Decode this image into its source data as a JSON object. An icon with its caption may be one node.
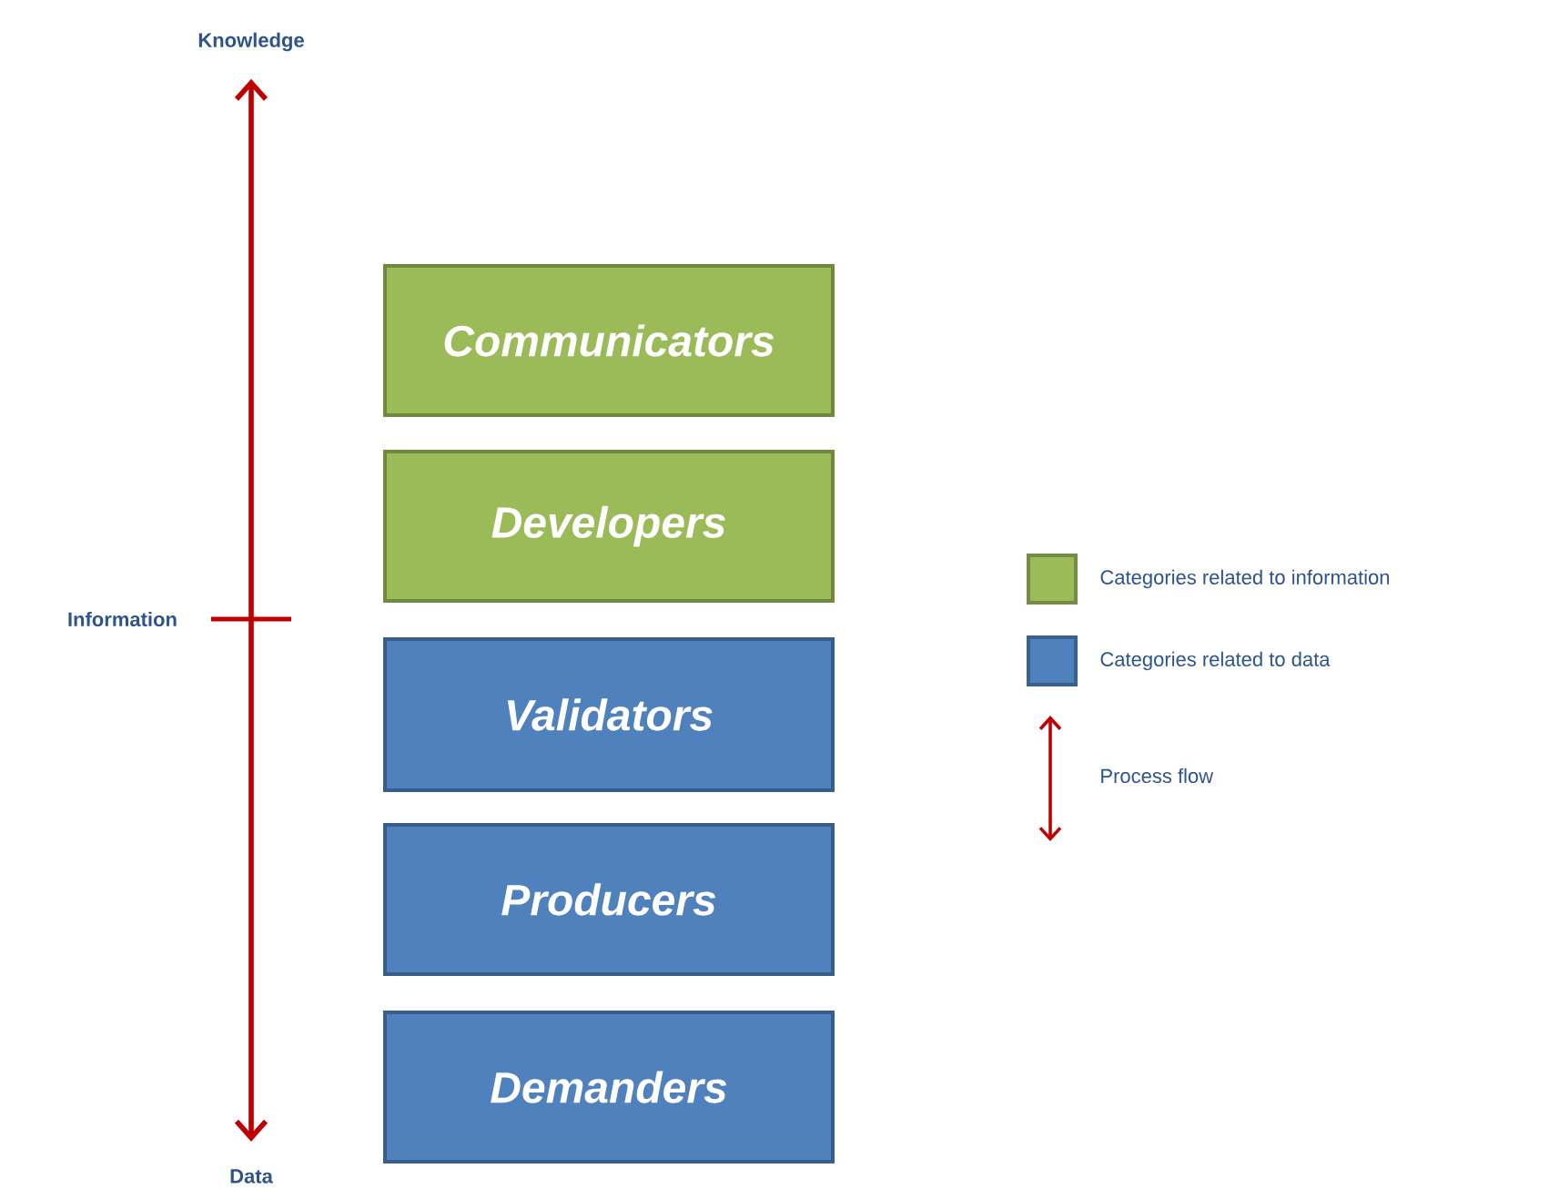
{
  "diagram": {
    "nodes": [
      {
        "text": [
          "Knowledge"
        ]
      },
      {
        "text": [
          "Communicators"
        ]
      },
      {
        "text": [
          "Developers"
        ]
      },
      {
        "text": [
          "Validators"
        ]
      },
      {
        "text": [
          "Producers"
        ]
      },
      {
        "text": [
          "Demanders"
        ]
      },
      {
        "text": [
          "Data"
        ]
      }
    ],
    "edges": [
      {
        "from": 6,
        "to": 0,
        "arrow": "both",
        "color": "#c00000"
      }
    ],
    "labels": [
      "Information"
    ],
    "legend": [
      {
        "text": "Categories related to information",
        "color": "#9bbb59"
      },
      {
        "text": "Categories related to data",
        "color": "#4f81bd"
      },
      {
        "text": "Process flow"
      }
    ]
  }
}
